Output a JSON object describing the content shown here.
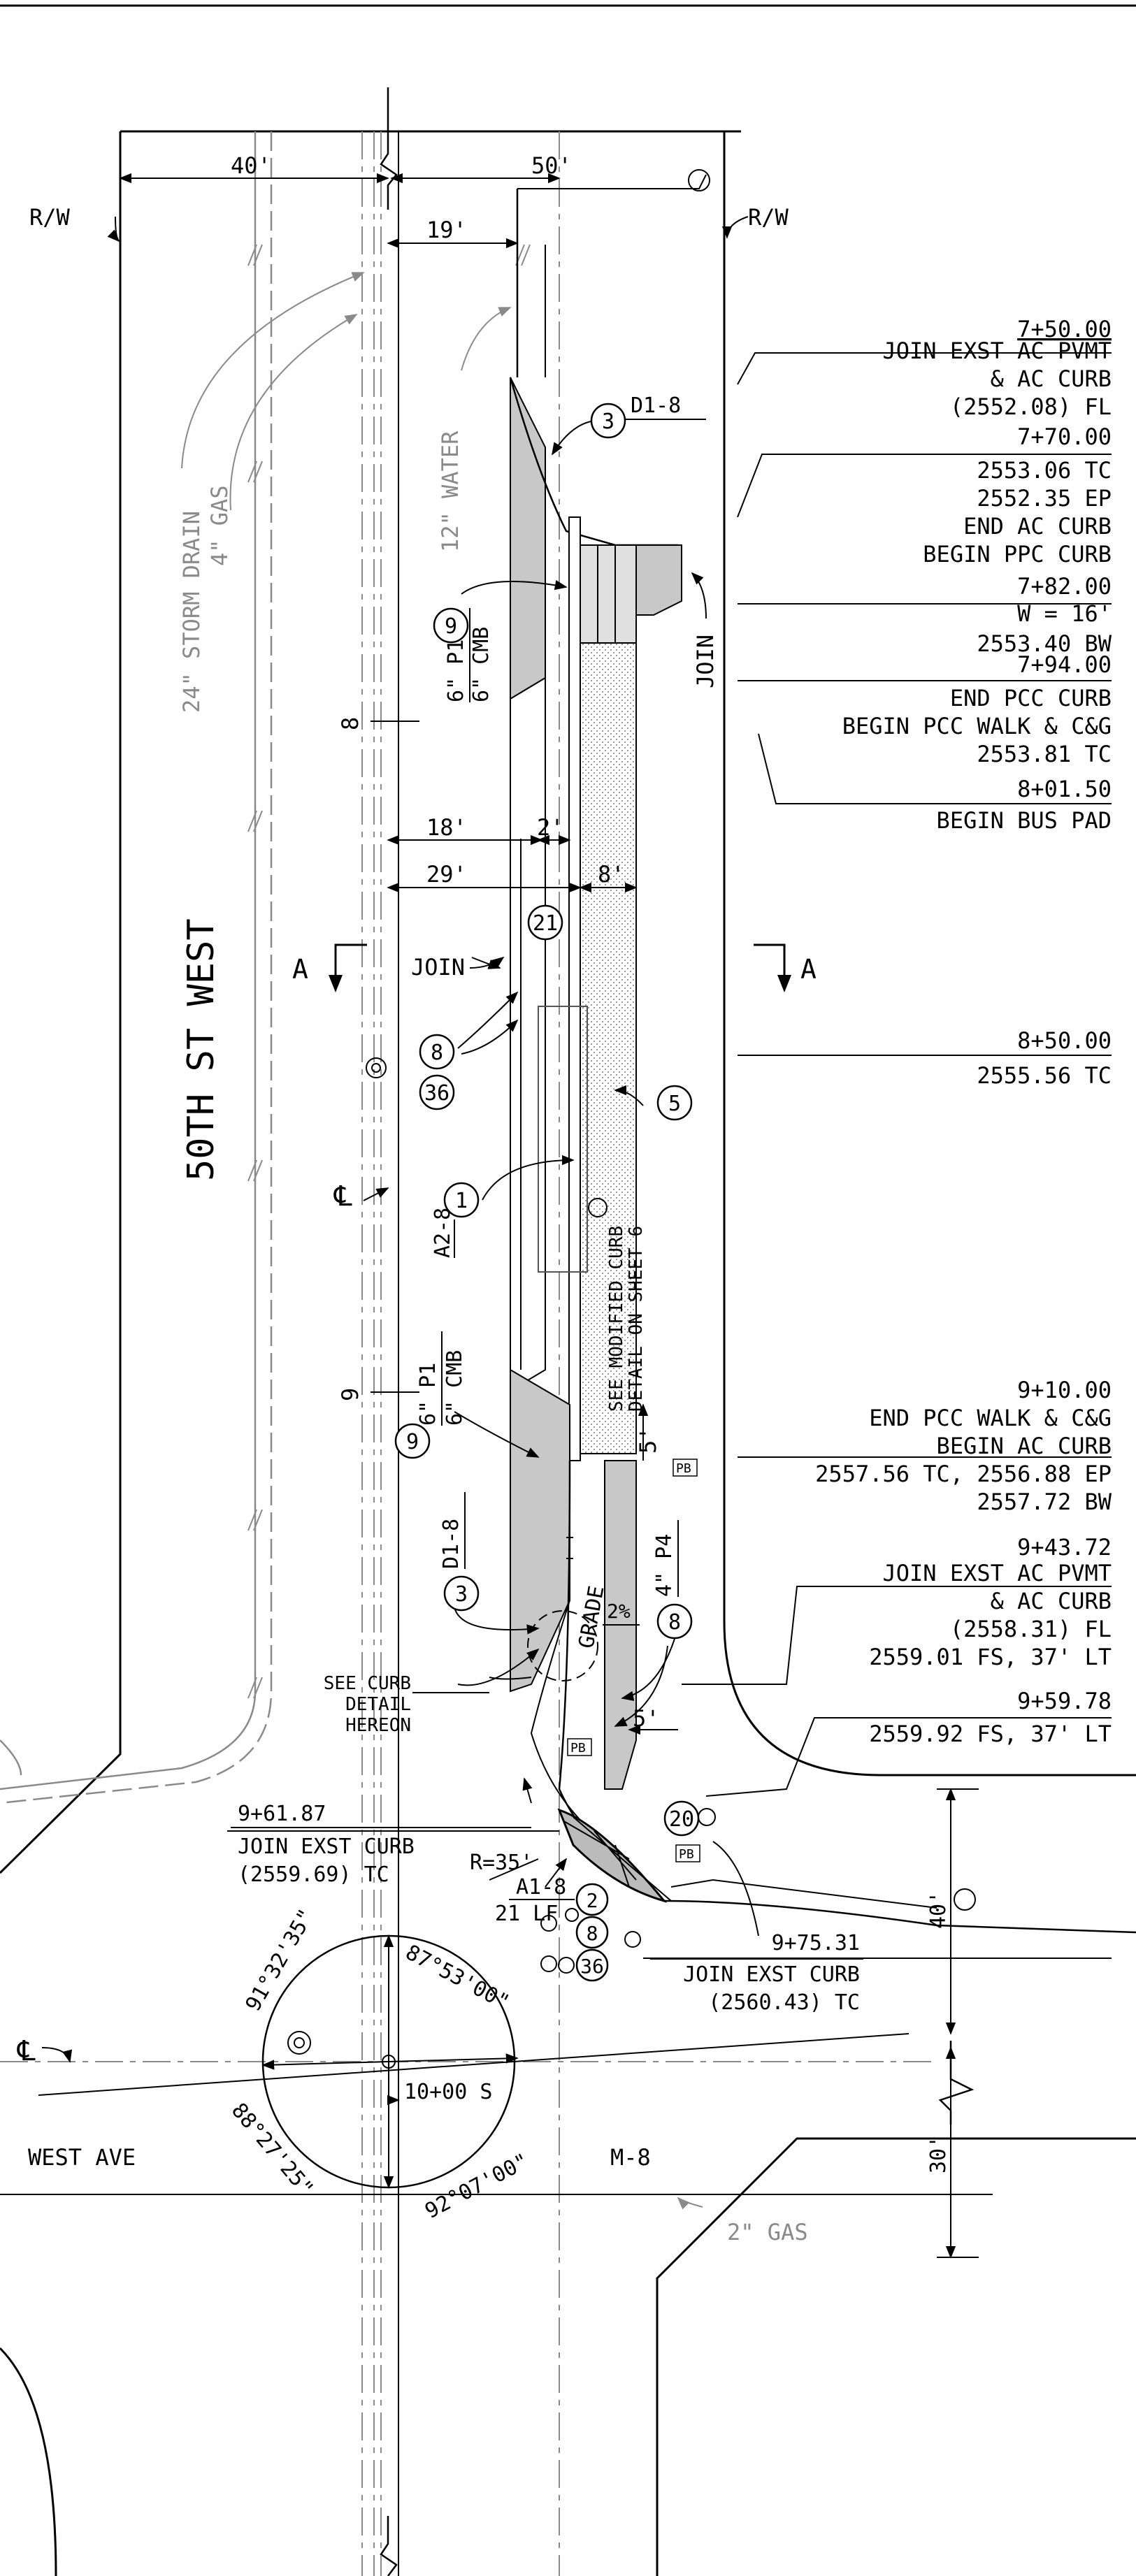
{
  "dims": {
    "top_left": "40'",
    "top_right": "50'",
    "d19": "19'",
    "d18": "18'",
    "d29": "29'",
    "d2": "2'",
    "d8": "8'",
    "d5a": "5'",
    "d5b": "5'",
    "d40": "40'",
    "d30": "30'"
  },
  "rw_left": "R/W",
  "rw_right": "R/W",
  "utilities": {
    "storm": "24\" STORM DRAIN",
    "gas4": "4\" GAS",
    "water": "12\" WATER",
    "gas2": "2\" GAS"
  },
  "streets": {
    "fiftieth": "50TH ST WEST",
    "west_ave": "WEST AVE",
    "m8": "M-8"
  },
  "section": {
    "a_left": "A",
    "a_right": "A"
  },
  "stations_ticks": {
    "s8": "8",
    "s9": "9"
  },
  "bubbles": {
    "b3a": "3",
    "d18a": "D1-8",
    "b9a": "9",
    "p1a_top": "6\" P1",
    "p1a_bot": "6\" CMB",
    "b21": "21",
    "b8a": "8",
    "b36a": "36",
    "b5": "5",
    "b1": "1",
    "a28": "A2-8",
    "b9b": "9",
    "p1b_top": "6\" P1",
    "p1b_bot": "6\" CMB",
    "b3b": "3",
    "d18b": "D1-8",
    "b8b": "8",
    "p4": "4\" P4",
    "b20": "20",
    "b2": "2",
    "b8c": "8",
    "b36b": "36",
    "a18": "A1-8",
    "a18lf": "21 LF"
  },
  "join": {
    "j_vert": "JOIN",
    "j_left": "JOIN"
  },
  "notes": {
    "grade": "GRADE",
    "pct2": "2%",
    "pb1": "PB",
    "pb2": "PB",
    "pb3": "PB",
    "see_mod_1": "SEE MODIFIED CURB",
    "see_mod_2": "DETAIL ON SHEET 6",
    "see_curb_1": "SEE CURB",
    "see_curb_2": "DETAIL",
    "see_curb_3": "HEREON",
    "radius": "R=35'",
    "centerline": "℄"
  },
  "callouts": {
    "c1": [
      "7+50.00",
      "JOIN EXST AC PVMT",
      "& AC CURB",
      "(2552.08) FL"
    ],
    "c2": [
      "7+70.00",
      "2553.06 TC",
      "2552.35 EP",
      "END AC CURB",
      "BEGIN PPC CURB"
    ],
    "c3": [
      "7+82.00",
      "W = 16'",
      "2553.40 BW"
    ],
    "c4": [
      "7+94.00",
      "END PCC CURB",
      "BEGIN PCC WALK & C&G",
      "2553.81 TC"
    ],
    "c5": [
      "8+01.50",
      "BEGIN BUS PAD"
    ],
    "c6": [
      "8+50.00",
      "2555.56 TC"
    ],
    "c7": [
      "9+10.00",
      "END PCC WALK & C&G",
      "BEGIN AC CURB",
      "2557.56 TC, 2556.88 EP",
      "2557.72 BW"
    ],
    "c8": [
      "9+43.72",
      "JOIN EXST AC PVMT",
      "& AC CURB",
      "(2558.31) FL",
      "2559.01 FS, 37' LT"
    ],
    "c9": [
      "9+59.78",
      "2559.92 FS, 37' LT"
    ],
    "c10": [
      "9+61.87",
      "JOIN EXST CURB",
      "(2559.69) TC"
    ],
    "c11": [
      "9+75.31",
      "JOIN EXST CURB",
      "(2560.43) TC"
    ]
  },
  "intersection": {
    "ang1": "91°32'35\"",
    "ang2": "87°53'00\"",
    "ang3": "88°27'25\"",
    "ang4": "92°07'00\"",
    "sta": "10+00 S"
  }
}
